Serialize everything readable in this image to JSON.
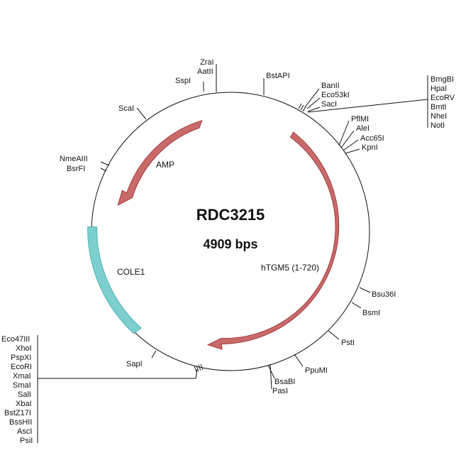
{
  "plasmid": {
    "name": "RDC3215",
    "size_label": "4909 bps"
  },
  "features": [
    {
      "label": "AMP",
      "color": "#c96a6a"
    },
    {
      "label": "hTGM5 (1-720)",
      "color": "#c96a6a"
    },
    {
      "label": "COLE1",
      "color": "#7ccfcf"
    }
  ],
  "sites": {
    "ssp": [
      "SspI"
    ],
    "aat": [
      "ZraI",
      "AatII"
    ],
    "bstapi": [
      "BstAPI"
    ],
    "banii": [
      "BanII",
      "Eco53kI",
      "SacI"
    ],
    "mcs_right": [
      "BmgBI",
      "HpaI",
      "EcoRV",
      "BmtI",
      "NheI",
      "NotI"
    ],
    "pflmi": [
      "PflMI",
      "AleI",
      "Acc65I",
      "KpnI"
    ],
    "bsu36i": [
      "Bsu36I"
    ],
    "bsmi": [
      "BsmI"
    ],
    "psti": [
      "PstI"
    ],
    "ppumi": [
      "PpuMI"
    ],
    "bsabi": [
      "BsaBI",
      "PasI"
    ],
    "sapi": [
      "SapI"
    ],
    "mcs_left": [
      "Eco47III",
      "XhoI",
      "PspXI",
      "EcoRI",
      "XmaI",
      "SmaI",
      "SalI",
      "XbaI",
      "BstZ17I",
      "BssHII",
      "AscI",
      "PsiI"
    ],
    "nmeaiii": [
      "NmeAIII",
      "BsrFI"
    ],
    "scai": [
      "ScaI"
    ]
  },
  "colors": {
    "arrow_fill": "#c96a6a",
    "arrow_stroke": "#a33a3a",
    "cole1_fill": "#7ccfcf",
    "cole1_stroke": "#4fb3b3"
  }
}
